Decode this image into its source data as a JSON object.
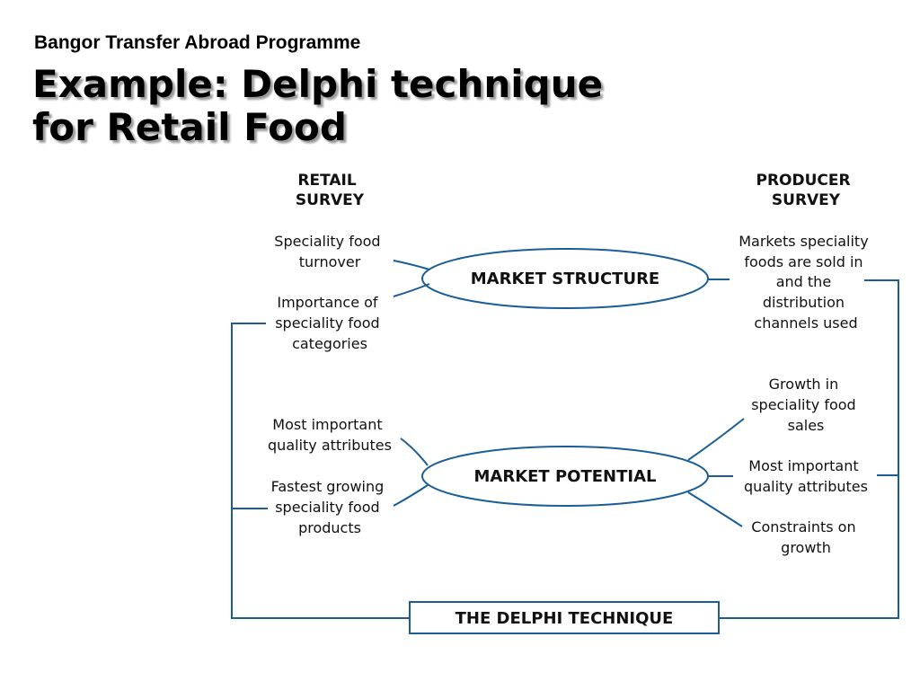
{
  "slide": {
    "subtitle": "Bangor Transfer Abroad Programme",
    "title_line1": "Example: Delphi technique",
    "title_line2": "for Retail Food"
  },
  "diagram": {
    "retail_header": [
      "RETAIL",
      "SURVEY"
    ],
    "producer_header": [
      "PRODUCER",
      "SURVEY"
    ],
    "market_structure": "MARKET STRUCTURE",
    "market_potential": "MARKET POTENTIAL",
    "delphi": "THE DELPHI TECHNIQUE",
    "retail_items": {
      "turnover": [
        "Speciality food",
        "turnover"
      ],
      "categories": [
        "Importance of",
        "speciality food",
        "categories"
      ],
      "quality": [
        "Most important",
        "quality attributes"
      ],
      "growing": [
        "Fastest growing",
        "speciality food",
        "products"
      ]
    },
    "producer_items": {
      "markets": [
        "Markets speciality",
        "foods are sold in",
        "and the",
        "distribution",
        "channels used"
      ],
      "growth": [
        "Growth in",
        "speciality food",
        "sales"
      ],
      "quality": [
        "Most important",
        "quality attributes"
      ],
      "constraints": [
        "Constraints on",
        "growth"
      ]
    },
    "line_color": "#1b5e96"
  }
}
